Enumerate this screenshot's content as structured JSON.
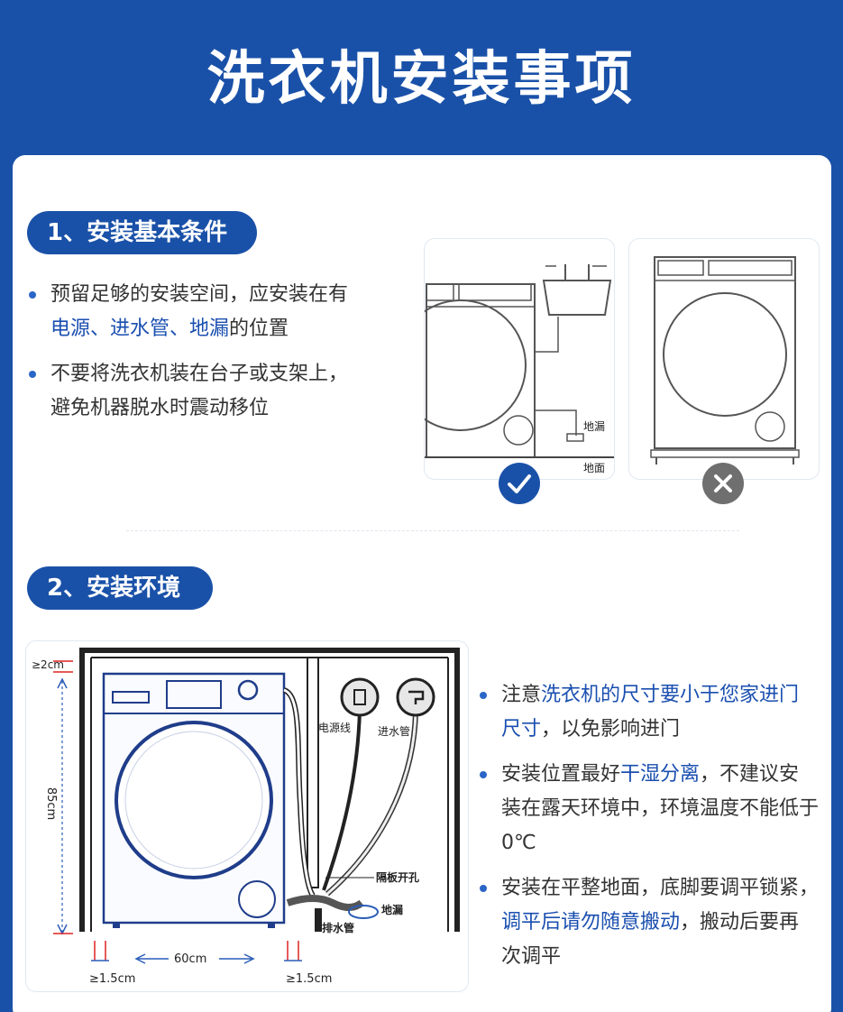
{
  "header": {
    "title": "洗衣机安装事项"
  },
  "section1": {
    "title": "1、安装基本条件",
    "bullet1": {
      "a": "预留足够的安装空间，应安装在有",
      "hl": "电源、进水管、地漏",
      "b": "的位置"
    },
    "bullet2": {
      "line1": "不要将洗衣机装在台子或支架上，",
      "line2": "避免机器脱水时震动移位"
    },
    "ok_diagram": {
      "drain_label": "地漏",
      "floor_label": "地面"
    },
    "ok_icon": "check-icon",
    "no_icon": "cross-icon"
  },
  "section2": {
    "title": "2、安装环境",
    "diagram": {
      "top_gap": "≥2cm",
      "height": "85cm",
      "width": "60cm",
      "side_gap_left": "≥1.5cm",
      "side_gap_right": "≥1.5cm",
      "power_label": "电源线",
      "water_label": "进水管",
      "hole_label": "隔板开孔",
      "drain_label": "地漏",
      "drain_pipe_label": "排水管"
    },
    "bullet1": {
      "a": "注意",
      "hl": "洗衣机的尺寸要小于您家进门尺寸",
      "b": "，以免影响进门"
    },
    "bullet2": {
      "a": "安装位置最好",
      "hl": "干湿分离",
      "b": "，不建议安装在露天环境中，环境温度不能低于0℃"
    },
    "bullet3": {
      "a": "安装在平整地面，底脚要调平锁紧，",
      "hl": "调平后请勿随意搬动",
      "b": "，搬动后要再次调平"
    }
  },
  "colors": {
    "brand": "#1a51a8",
    "highlight": "#1a4fb0",
    "text": "#333333",
    "cross": "#6f6f6f"
  }
}
